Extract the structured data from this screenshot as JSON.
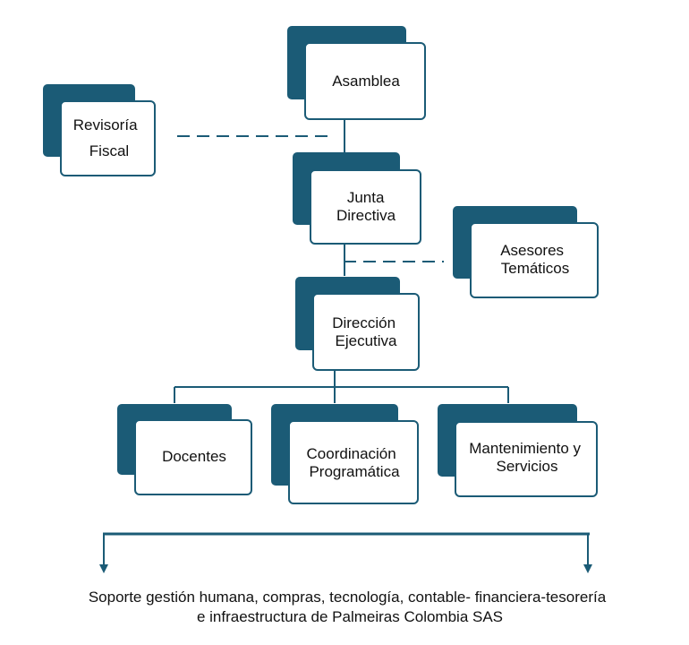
{
  "colors": {
    "accent": "#1b5b76",
    "card_fill": "#ffffff",
    "line": "#1b5b76",
    "text": "#111111"
  },
  "nodes": {
    "asamblea": [
      "Asamblea"
    ],
    "revisoria_fiscal": [
      "Revisoría",
      "Fiscal"
    ],
    "junta_directiva": [
      "Junta",
      "Directiva"
    ],
    "asesores_tematicos": [
      "Asesores",
      "Temáticos"
    ],
    "direccion_ejecutiva": [
      "Dirección",
      "Ejecutiva"
    ],
    "docentes": [
      "Docentes"
    ],
    "coordinacion_programatica": [
      "Coordinación",
      "Programática"
    ],
    "mantenimiento_servicios": [
      "Mantenimiento y",
      "Servicios"
    ]
  },
  "footer": {
    "line1": "Soporte gestión humana, compras, tecnología, contable- financiera-tesorería",
    "line2": "e infraestructura de Palmeiras Colombia SAS"
  }
}
